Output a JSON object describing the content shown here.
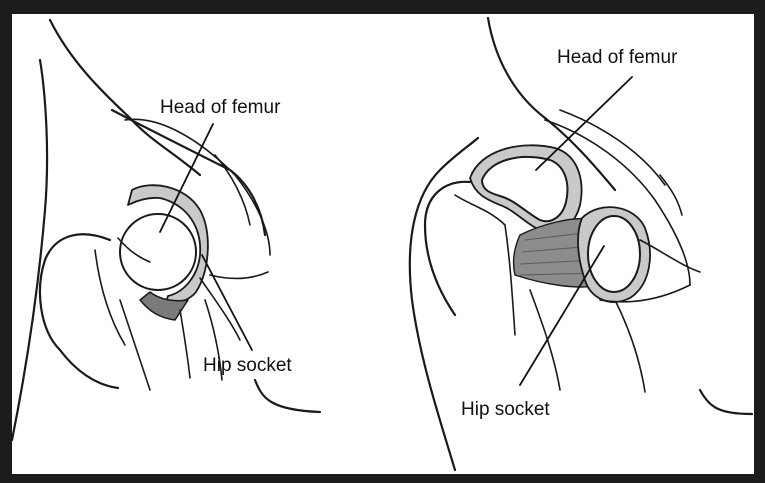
{
  "left_diagram": {
    "head_label": "Head of femur",
    "socket_label": "Hip socket"
  },
  "right_diagram": {
    "head_label": "Head of femur",
    "socket_label": "Hip socket"
  }
}
